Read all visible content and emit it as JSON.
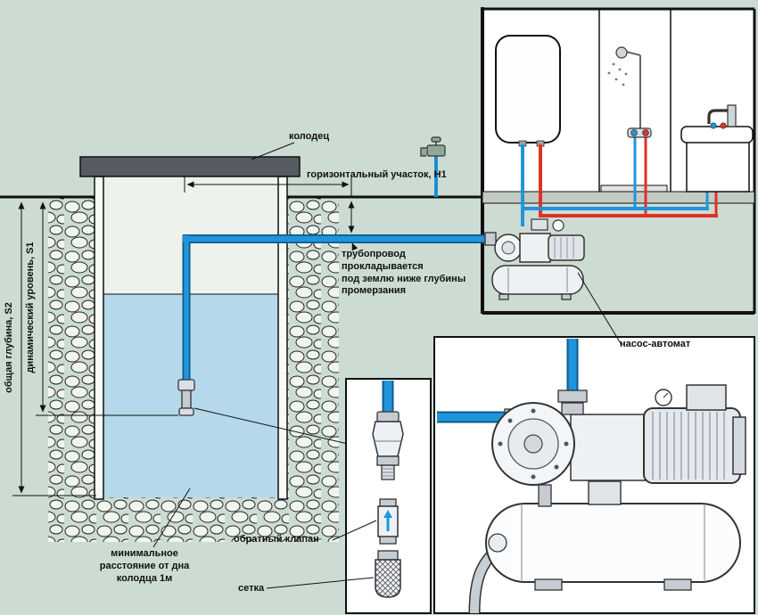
{
  "colors": {
    "background": "#cddcd3",
    "water": "#b5d9ea",
    "pipe_cold": "#2095da",
    "pipe_cold_dark": "#0d5a8c",
    "pipe_hot": "#e03226",
    "outline": "#111111",
    "inset_background": "#ffffff",
    "well_cap": "#555b60"
  },
  "labels": {
    "well": "колодец",
    "horizontal_run": "горизонтальный участок, Н1",
    "pipe_note": "трубопровод\nпрокладывается\nпод землю ниже глубины\nпромерзания",
    "pump_station": "насос-автомат",
    "check_valve": "обратный клапан",
    "strainer": "сетка",
    "min_distance": "минимальное\nрасстояние от дна\nколодца 1м",
    "total_depth": "общая глубина, S2",
    "dynamic_level": "динамический уровень, S1"
  }
}
